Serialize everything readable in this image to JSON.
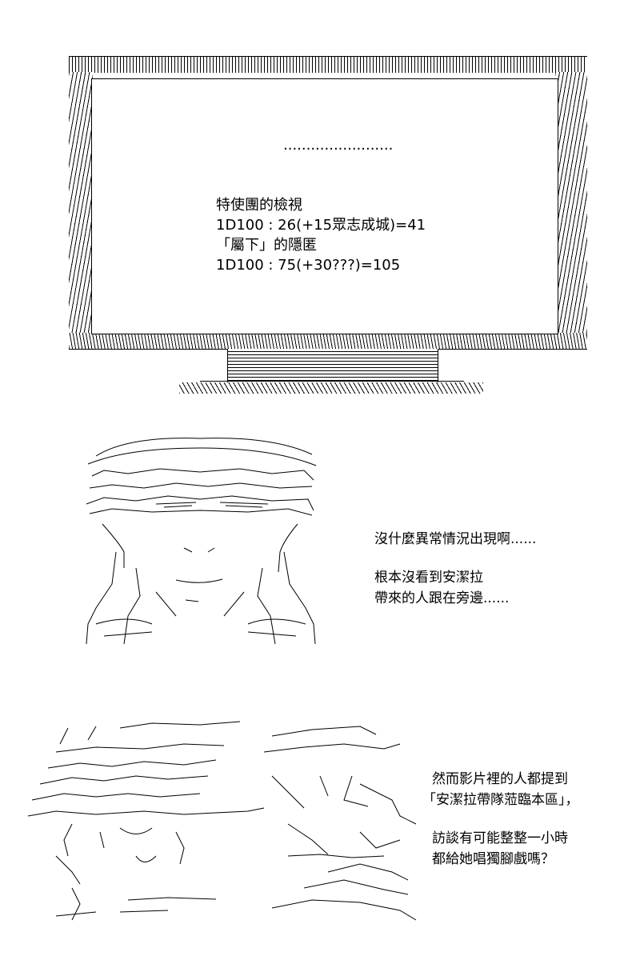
{
  "screen": {
    "dots": "........................",
    "lines": [
      "特使團的檢視",
      "1D100 : 26(+15眾志成城)=41",
      "「屬下」的隱匿",
      "1D100 : 75(+30???)=105"
    ]
  },
  "panel2": {
    "lines": [
      "沒什麼異常情況出現啊......",
      "",
      "根本沒看到安潔拉",
      "帶來的人跟在旁邊......"
    ]
  },
  "panel3": {
    "lines": [
      "然而影片裡的人都提到",
      "「安潔拉帶隊蒞臨本區」，",
      "",
      "訪談有可能整整一小時",
      "都給她唱獨腳戲嗎？"
    ]
  }
}
